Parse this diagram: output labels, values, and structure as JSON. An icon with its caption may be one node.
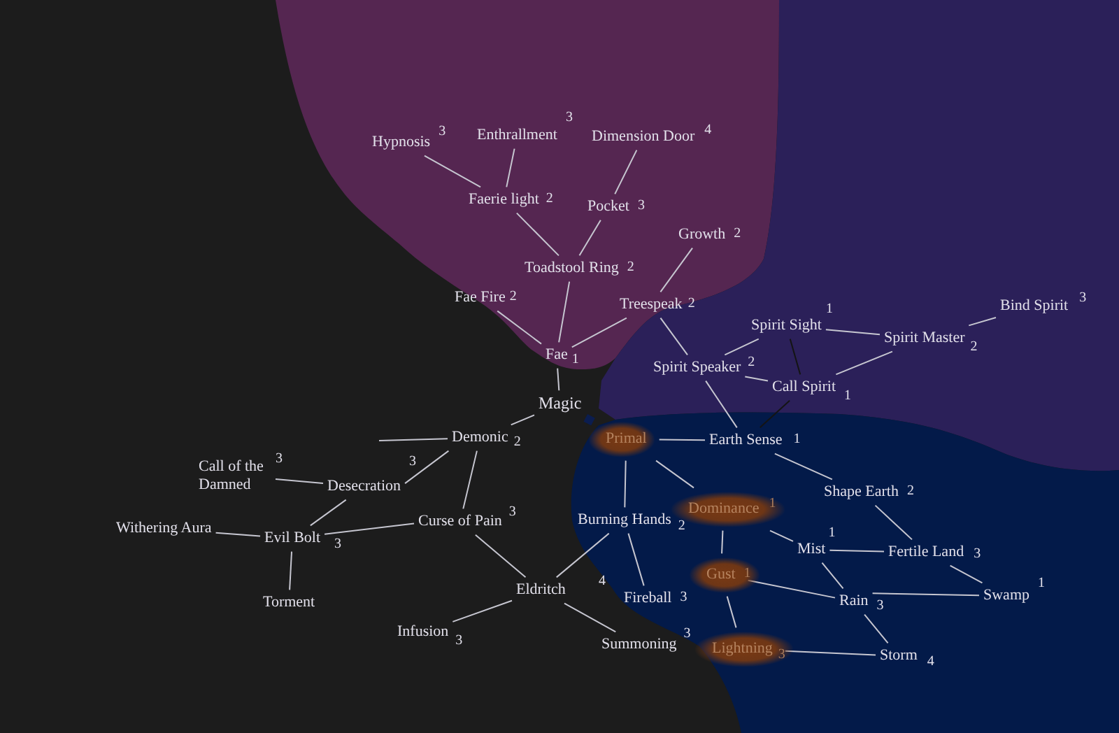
{
  "diagram": {
    "nodes": [
      {
        "text": [
          "Hypnosis"
        ],
        "beside": [
          "3"
        ]
      },
      {
        "text": [
          "Enthrallment"
        ],
        "beside": [
          "3"
        ]
      },
      {
        "text": [
          "Dimension Door"
        ],
        "beside": [
          "4"
        ]
      },
      {
        "text": [
          "Faerie light"
        ],
        "beside": [
          "2"
        ]
      },
      {
        "text": [
          "Pocket"
        ],
        "beside": [
          "3"
        ]
      },
      {
        "text": [
          "Growth"
        ],
        "beside": [
          "2"
        ]
      },
      {
        "text": [
          "Toadstool Ring"
        ],
        "beside": [
          "2"
        ]
      },
      {
        "text": [
          "Fae Fire"
        ],
        "beside": [
          "2"
        ]
      },
      {
        "text": [
          "Treespeak"
        ],
        "beside": [
          "2"
        ]
      },
      {
        "text": [
          "Bind Spirit"
        ],
        "beside": [
          "3"
        ]
      },
      {
        "text": [
          "Spirit Sight"
        ],
        "beside": [
          "1"
        ]
      },
      {
        "text": [
          "Spirit Master"
        ],
        "beside": [
          "2"
        ]
      },
      {
        "text": [
          "Fae"
        ],
        "beside": [
          "1"
        ]
      },
      {
        "text": [
          "Spirit Speaker"
        ],
        "beside": [
          "2"
        ]
      },
      {
        "text": [
          "Call Spirit"
        ],
        "beside": [
          "1"
        ]
      },
      {
        "text": [
          "Magic"
        ]
      },
      {
        "text": [
          "Demonic"
        ],
        "beside": [
          "2"
        ]
      },
      {
        "text": [
          "Primal"
        ]
      },
      {
        "text": [
          "Earth Sense"
        ],
        "beside": [
          "1"
        ]
      },
      {
        "text": [
          "Call of the Damned"
        ],
        "beside": [
          "3"
        ]
      },
      {
        "text": [
          "Desecration"
        ],
        "beside": [
          "3"
        ]
      },
      {
        "text": [
          "Shape Earth"
        ],
        "beside": [
          "2"
        ]
      },
      {
        "text": [
          "Dominance"
        ],
        "beside": [
          "1"
        ]
      },
      {
        "text": [
          "Burning Hands"
        ],
        "beside": [
          "2"
        ]
      },
      {
        "text": [
          "Curse of Pain"
        ],
        "beside": [
          "3"
        ]
      },
      {
        "text": [
          "Withering Aura"
        ]
      },
      {
        "text": [
          "Evil Bolt"
        ],
        "beside": [
          "3"
        ]
      },
      {
        "text": [
          "Mist"
        ],
        "beside": [
          "1"
        ]
      },
      {
        "text": [
          "Fertile Land"
        ],
        "beside": [
          "3"
        ]
      },
      {
        "text": [
          "Gust"
        ],
        "beside": [
          "1"
        ]
      },
      {
        "text": [
          "Swamp"
        ],
        "beside": [
          "1"
        ]
      },
      {
        "text": [
          "Fireball"
        ],
        "beside": [
          "3"
        ]
      },
      {
        "text": [
          "Rain"
        ],
        "beside": [
          "3"
        ]
      },
      {
        "text": [
          "Eldritch"
        ]
      },
      {
        "text": [
          "Torment"
        ]
      },
      {
        "text": [
          "Infusion"
        ],
        "beside": [
          "3"
        ]
      },
      {
        "text": [
          "Summoning"
        ],
        "beside": [
          "3"
        ]
      },
      {
        "text": [
          "Lightning"
        ],
        "beside": [
          "3"
        ]
      },
      {
        "text": [
          "Storm"
        ],
        "beside": [
          "4"
        ]
      }
    ],
    "edges": [
      {
        "from": 0,
        "to": 3,
        "arrow": "none"
      },
      {
        "from": 1,
        "to": 3,
        "arrow": "none"
      },
      {
        "from": 2,
        "to": 4,
        "arrow": "none"
      },
      {
        "from": 3,
        "to": 6,
        "arrow": "none"
      },
      {
        "from": 4,
        "to": 6,
        "arrow": "none"
      },
      {
        "from": 5,
        "to": 8,
        "arrow": "none"
      },
      {
        "from": 6,
        "to": 12,
        "arrow": "none"
      },
      {
        "from": 7,
        "to": 12,
        "arrow": "none"
      },
      {
        "from": 8,
        "to": 12,
        "arrow": "none"
      },
      {
        "from": 12,
        "to": 15,
        "arrow": "none"
      },
      {
        "from": 8,
        "to": 13,
        "arrow": "none"
      },
      {
        "from": 13,
        "to": 10,
        "arrow": "none"
      },
      {
        "from": 10,
        "to": 11,
        "arrow": "none"
      },
      {
        "from": 14,
        "to": 11,
        "arrow": "none"
      },
      {
        "from": 11,
        "to": 9,
        "arrow": "none"
      },
      {
        "from": 13,
        "to": 14,
        "arrow": "none"
      },
      {
        "from": 10,
        "to": 14,
        "arrow": "none",
        "color": "#141414"
      },
      {
        "from": 13,
        "to": 18,
        "arrow": "none"
      },
      {
        "from": 14,
        "to": 18,
        "arrow": "none",
        "color": "#141414"
      },
      {
        "from": 15,
        "to": 16,
        "arrow": "none"
      },
      {
        "from": 15,
        "to": 17,
        "arrow": "none",
        "style": "thick",
        "color": "#0b1d4f"
      },
      {
        "from": 17,
        "to": 18,
        "arrow": "none"
      },
      {
        "from": 17,
        "to": 23,
        "arrow": "none"
      },
      {
        "from": 17,
        "to": 22,
        "arrow": "none"
      },
      {
        "from": 18,
        "to": 21,
        "arrow": "none"
      },
      {
        "from": 21,
        "to": 28,
        "arrow": "none"
      },
      {
        "from": 22,
        "to": 27,
        "arrow": "none"
      },
      {
        "from": 22,
        "to": 29,
        "arrow": "none"
      },
      {
        "from": 27,
        "to": 28,
        "arrow": "none"
      },
      {
        "from": 27,
        "to": 32,
        "arrow": "none"
      },
      {
        "from": 29,
        "to": 32,
        "arrow": "none"
      },
      {
        "from": 29,
        "to": 37,
        "arrow": "none"
      },
      {
        "from": 28,
        "to": 30,
        "arrow": "none"
      },
      {
        "from": 32,
        "to": 30,
        "arrow": "none"
      },
      {
        "from": 32,
        "to": 38,
        "arrow": "none"
      },
      {
        "from": 37,
        "to": 38,
        "arrow": "none"
      },
      {
        "from": 23,
        "to": 31,
        "arrow": "none"
      },
      {
        "from": 23,
        "to": 33,
        "arrow": "none"
      },
      {
        "from": 33,
        "to": 36,
        "arrow": "none"
      },
      {
        "from": 33,
        "to": 35,
        "arrow": "none"
      },
      {
        "from": 24,
        "to": 33,
        "arrow": "none"
      },
      {
        "from": 16,
        "to": 24,
        "arrow": "none"
      },
      {
        "from": 16,
        "to": 20,
        "arrow": "none"
      },
      {
        "from": 20,
        "to": 19,
        "arrow": "none"
      },
      {
        "from": 20,
        "to": 26,
        "arrow": "none"
      },
      {
        "from": 24,
        "to": 26,
        "arrow": "none"
      },
      {
        "from": 26,
        "to": 25,
        "arrow": "none"
      },
      {
        "from": 26,
        "to": 34,
        "arrow": "none"
      },
      {
        "from": 16,
        "to": null,
        "arrow": "none"
      }
    ],
    "labels": [
      "4"
    ]
  }
}
